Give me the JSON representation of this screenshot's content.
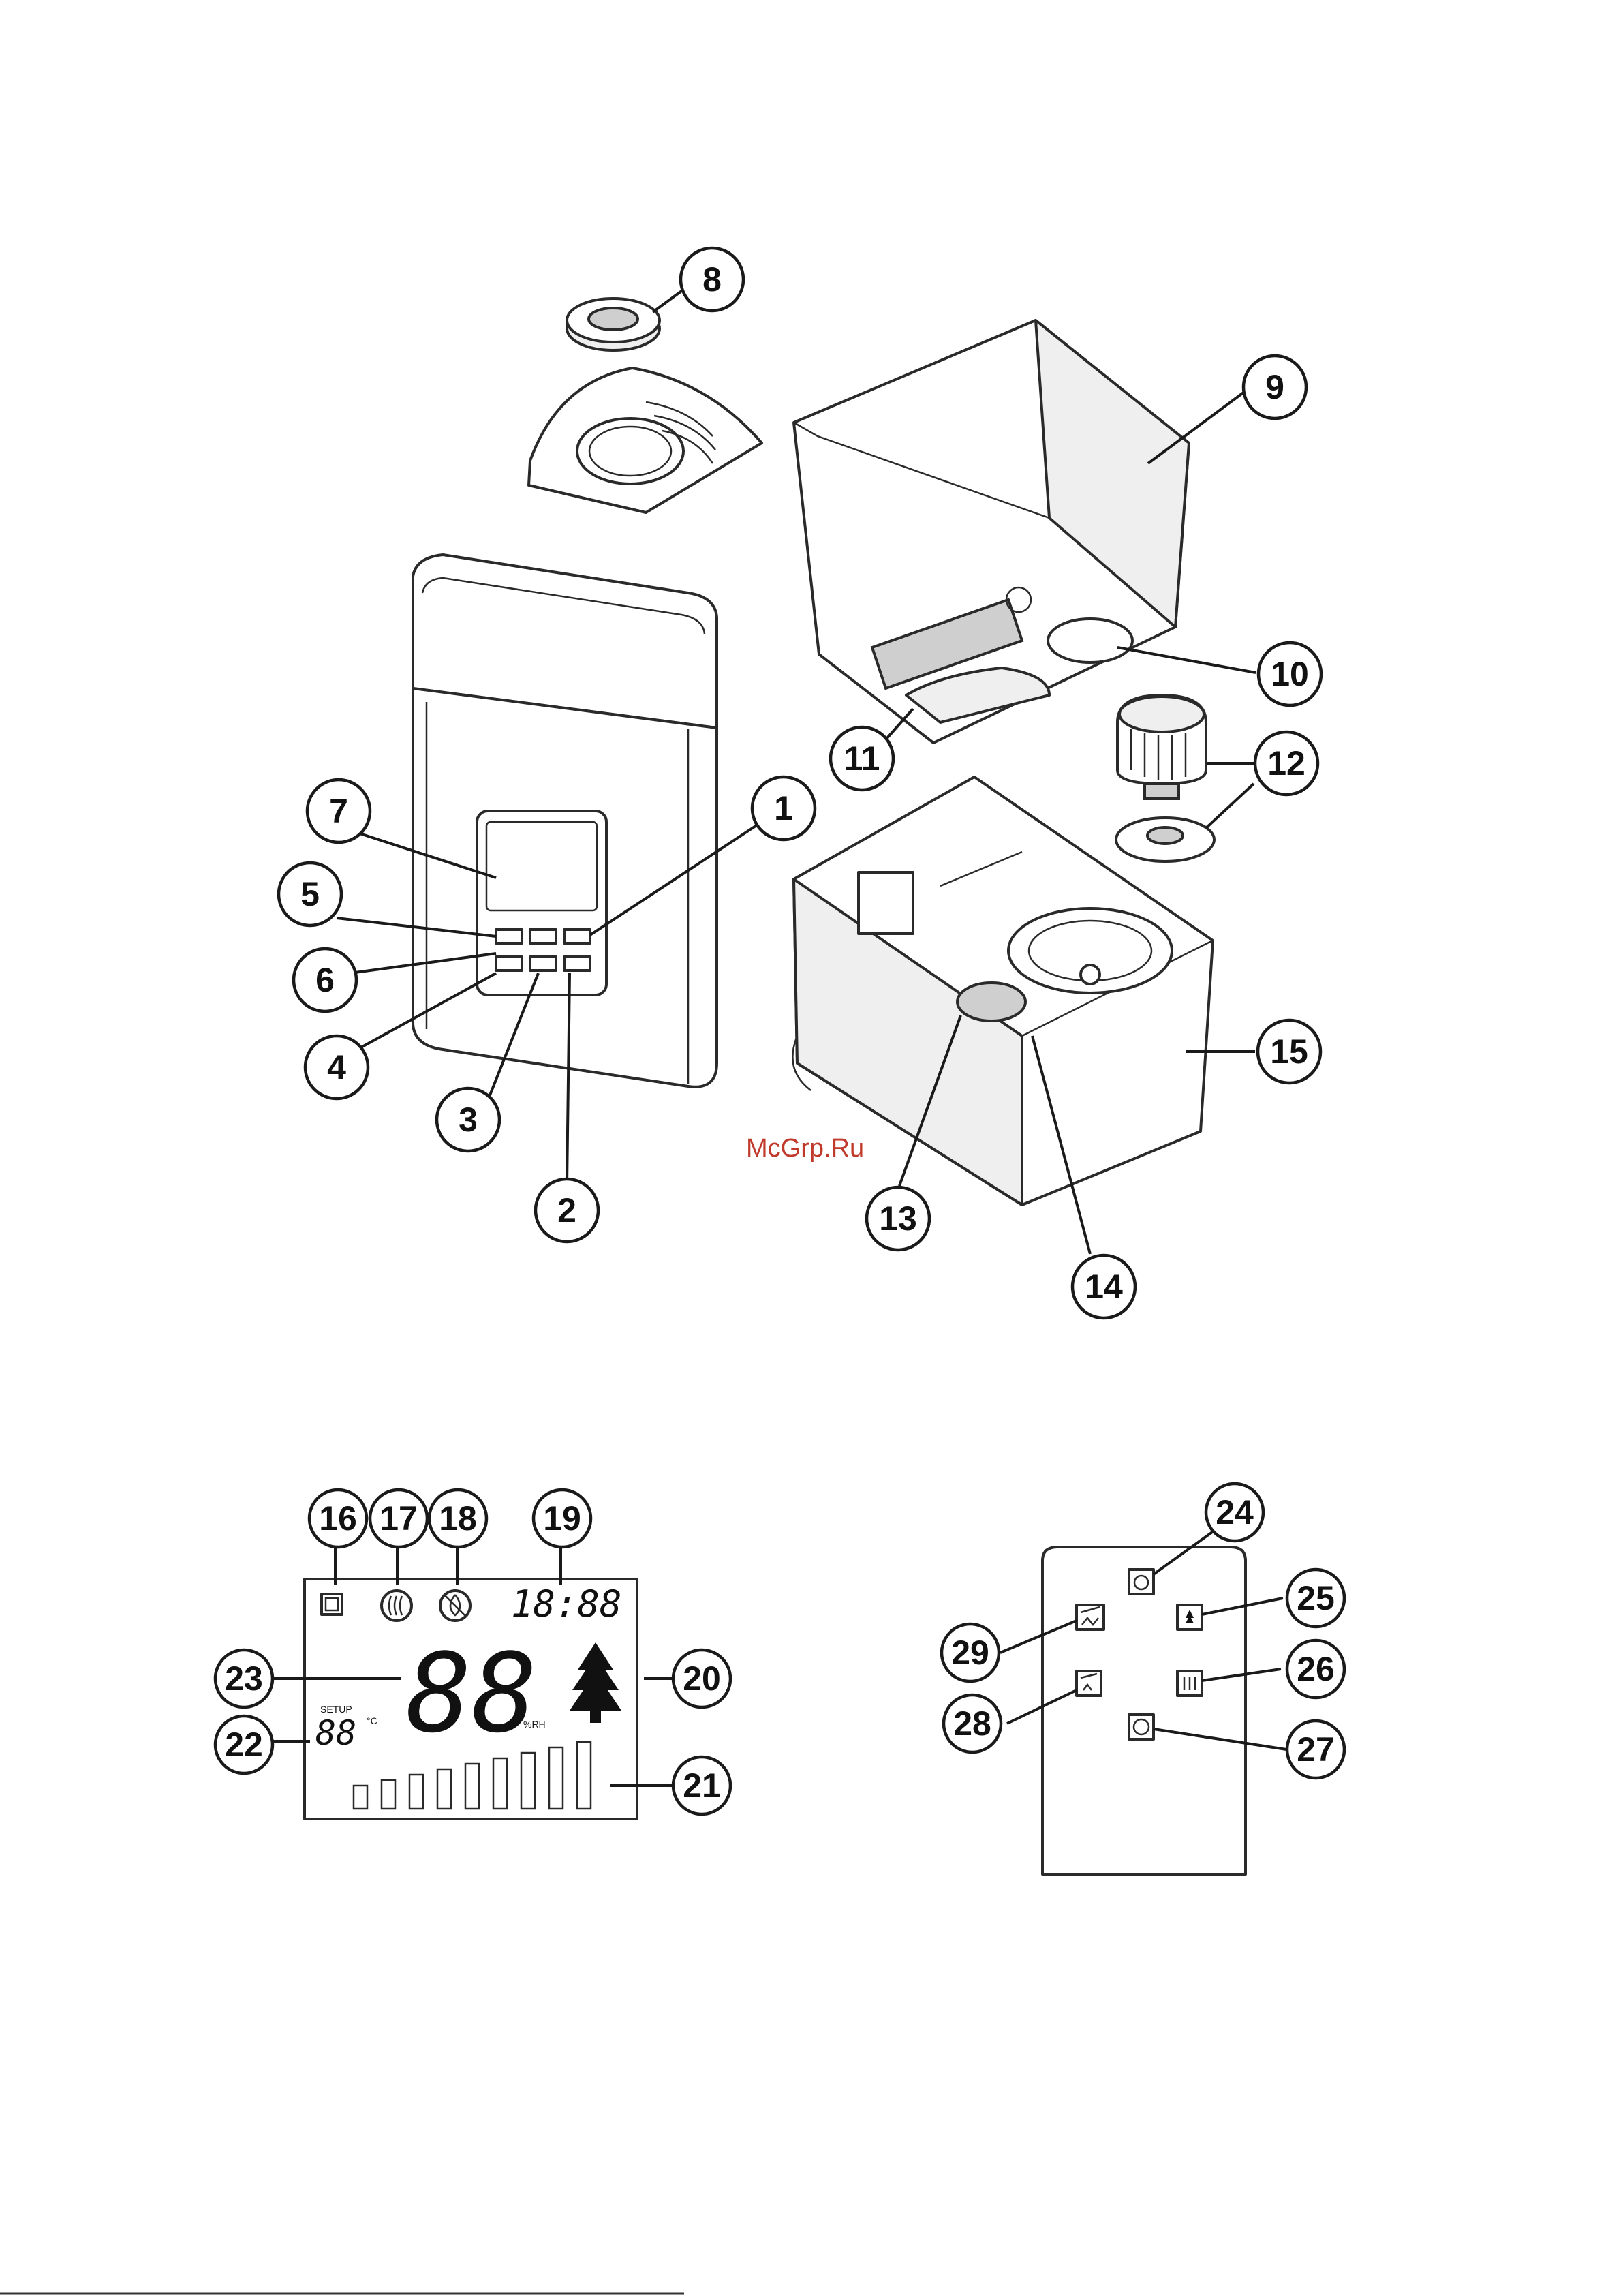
{
  "watermark": "McGrp.Ru",
  "callouts": {
    "c1": "1",
    "c2": "2",
    "c3": "3",
    "c4": "4",
    "c5": "5",
    "c6": "6",
    "c7": "7",
    "c8": "8",
    "c9": "9",
    "c10": "10",
    "c11": "11",
    "c12": "12",
    "c13": "13",
    "c14": "14",
    "c15": "15",
    "c16": "16",
    "c17": "17",
    "c18": "18",
    "c19": "19",
    "c20": "20",
    "c21": "21",
    "c22": "22",
    "c23": "23",
    "c24": "24",
    "c25": "25",
    "c26": "26",
    "c27": "27",
    "c28": "28",
    "c29": "29"
  },
  "lcd": {
    "clock": "18:88",
    "humidity_digits": "88",
    "humidity_unit": "%RH",
    "setup_label": "SETUP",
    "temp_digits": "88",
    "temp_unit": "°C"
  },
  "icons": [
    "power-icon",
    "warm-mist-icon",
    "no-water-icon",
    "tree-icon",
    "timer-icon",
    "ionizer-icon",
    "heat-icon",
    "clock-icon",
    "humidity-down-icon",
    "humidity-up-icon"
  ]
}
